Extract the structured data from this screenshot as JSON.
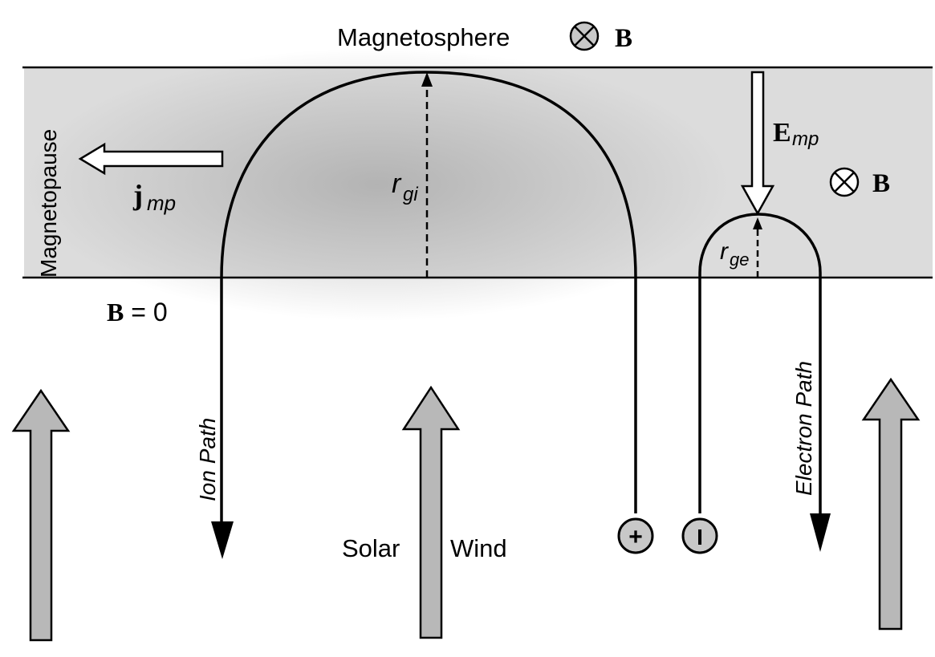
{
  "labels": {
    "magnetosphere": "Magnetosphere",
    "b_top": "B",
    "magnetopause": "Magnetopause",
    "j_symbol": "j",
    "j_subscript": "mp",
    "r_gi_symbol": "r",
    "r_gi_subscript": "gi",
    "e_symbol": "E",
    "e_subscript": "mp",
    "b_right": "B",
    "r_ge_symbol": "r",
    "r_ge_subscript": "ge",
    "b_zero_b": "B",
    "b_zero_rest": " = 0",
    "ion_path": "Ion Path",
    "electron_path": "Electron Path",
    "solar": "Solar",
    "wind": "Wind",
    "plus_charge": "+",
    "minus_charge": "I"
  },
  "colors": {
    "band_fill": "#dcdcdc",
    "band_shade": "#bdbdbd",
    "arrow_fill": "#b8b8b8",
    "charge_fill": "#c8c8c8",
    "ink": "#000000"
  },
  "icons": {
    "b_into_page": "circled-cross-icon",
    "positive_charge": "plus-circle-icon",
    "negative_charge": "minus-circle-icon"
  }
}
